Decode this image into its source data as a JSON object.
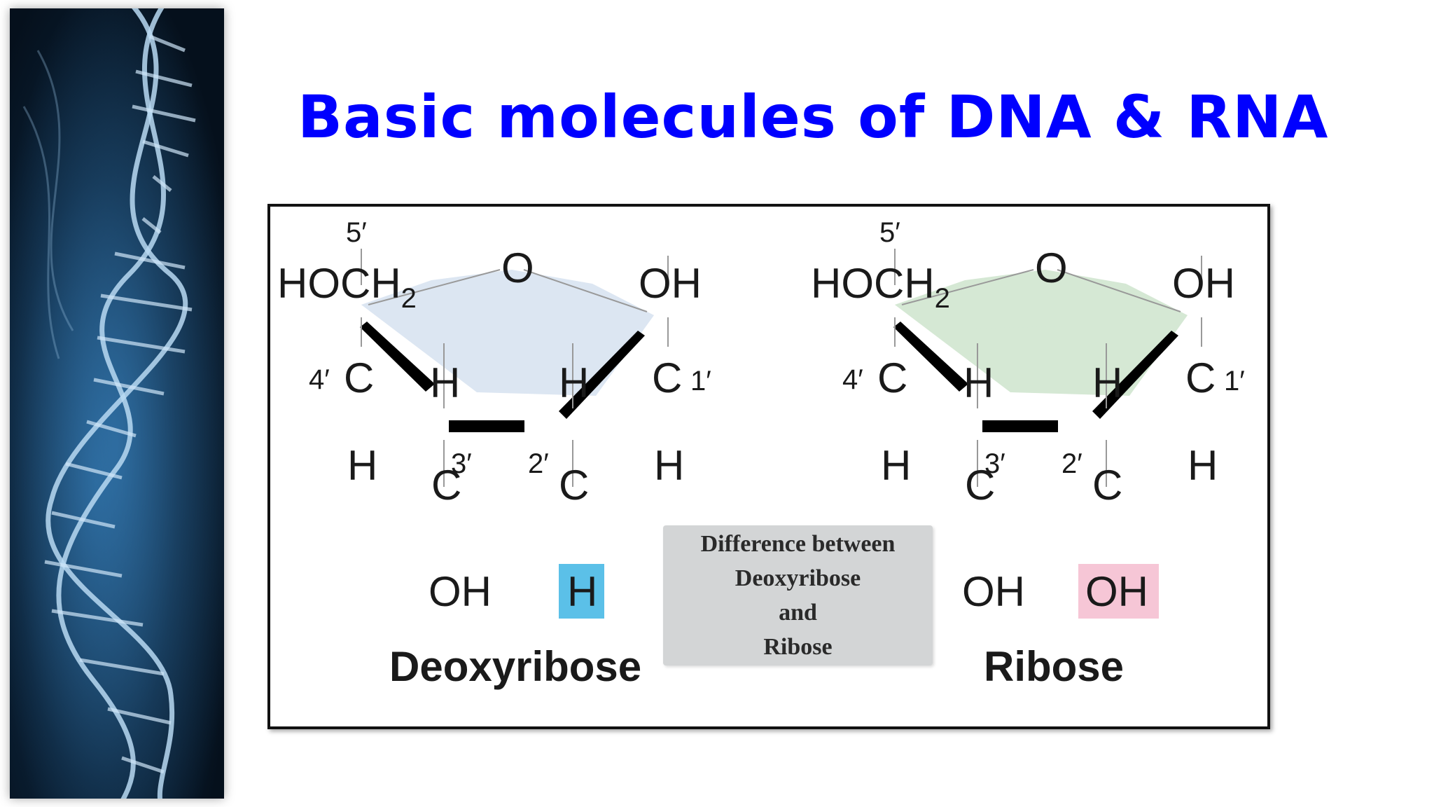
{
  "slide": {
    "title": "Basic molecules of DNA & RNA"
  },
  "diagram": {
    "difference_box": [
      "Difference between",
      "Deoxyribose",
      "and",
      "Ribose"
    ],
    "molecules": [
      {
        "name": "Deoxyribose",
        "ring_color": "#dce6f2",
        "highlight_color": "#5bc0e8",
        "labels": {
          "c5_prime": "5′",
          "c5_group": "HOCH",
          "c5_subscript": "2",
          "ring_oxygen": "O",
          "c1_top": "OH",
          "c4_prime": "4′",
          "c4": "C",
          "c3_h_top": "H",
          "c2_h_top": "H",
          "c1": "C",
          "c1_prime": "1′",
          "c3_prime": "3′",
          "c2_prime": "2′",
          "c4_h_bottom": "H",
          "c3": "C",
          "c2": "C",
          "c1_h_bottom": "H",
          "c3_bottom": "OH",
          "c2_bottom": "H"
        }
      },
      {
        "name": "Ribose",
        "ring_color": "#d5e8d4",
        "highlight_color": "#f6c6d6",
        "labels": {
          "c5_prime": "5′",
          "c5_group": "HOCH",
          "c5_subscript": "2",
          "ring_oxygen": "O",
          "c1_top": "OH",
          "c4_prime": "4′",
          "c4": "C",
          "c3_h_top": "H",
          "c2_h_top": "H",
          "c1": "C",
          "c1_prime": "1′",
          "c3_prime": "3′",
          "c2_prime": "2′",
          "c4_h_bottom": "H",
          "c3": "C",
          "c2": "C",
          "c1_h_bottom": "H",
          "c3_bottom": "OH",
          "c2_bottom": "OH"
        }
      }
    ]
  },
  "colors": {
    "title": "#0000ff",
    "frame_border": "#111111",
    "difference_box_bg": "#d3d5d6"
  }
}
